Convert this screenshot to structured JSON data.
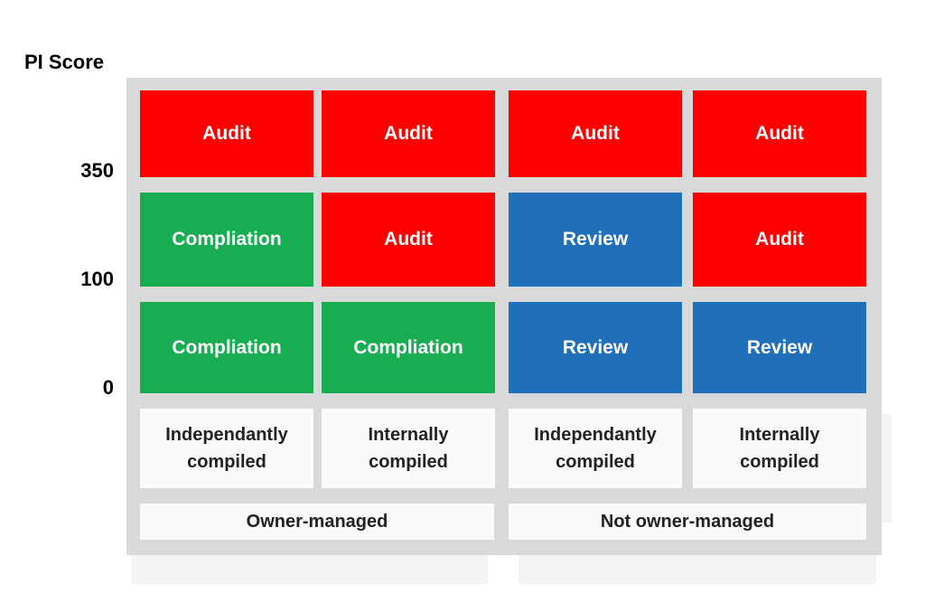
{
  "y_axis": {
    "title": "PI Score",
    "ticks": [
      "350",
      "100",
      "0"
    ]
  },
  "colors": {
    "audit": "#ff0000",
    "compilation": "#18ad50",
    "review": "#1f6fbb",
    "panel": "#d9d9d9"
  },
  "matrix": {
    "rows": [
      [
        "Audit",
        "Audit",
        "Audit",
        "Audit"
      ],
      [
        "Compliation",
        "Audit",
        "Review",
        "Audit"
      ],
      [
        "Compliation",
        "Compliation",
        "Review",
        "Review"
      ]
    ],
    "column_labels": [
      "Independantly compiled",
      "Internally compiled",
      "Independantly compiled",
      "Internally compiled"
    ],
    "group_labels": [
      "Owner-managed",
      "Not owner-managed"
    ]
  }
}
